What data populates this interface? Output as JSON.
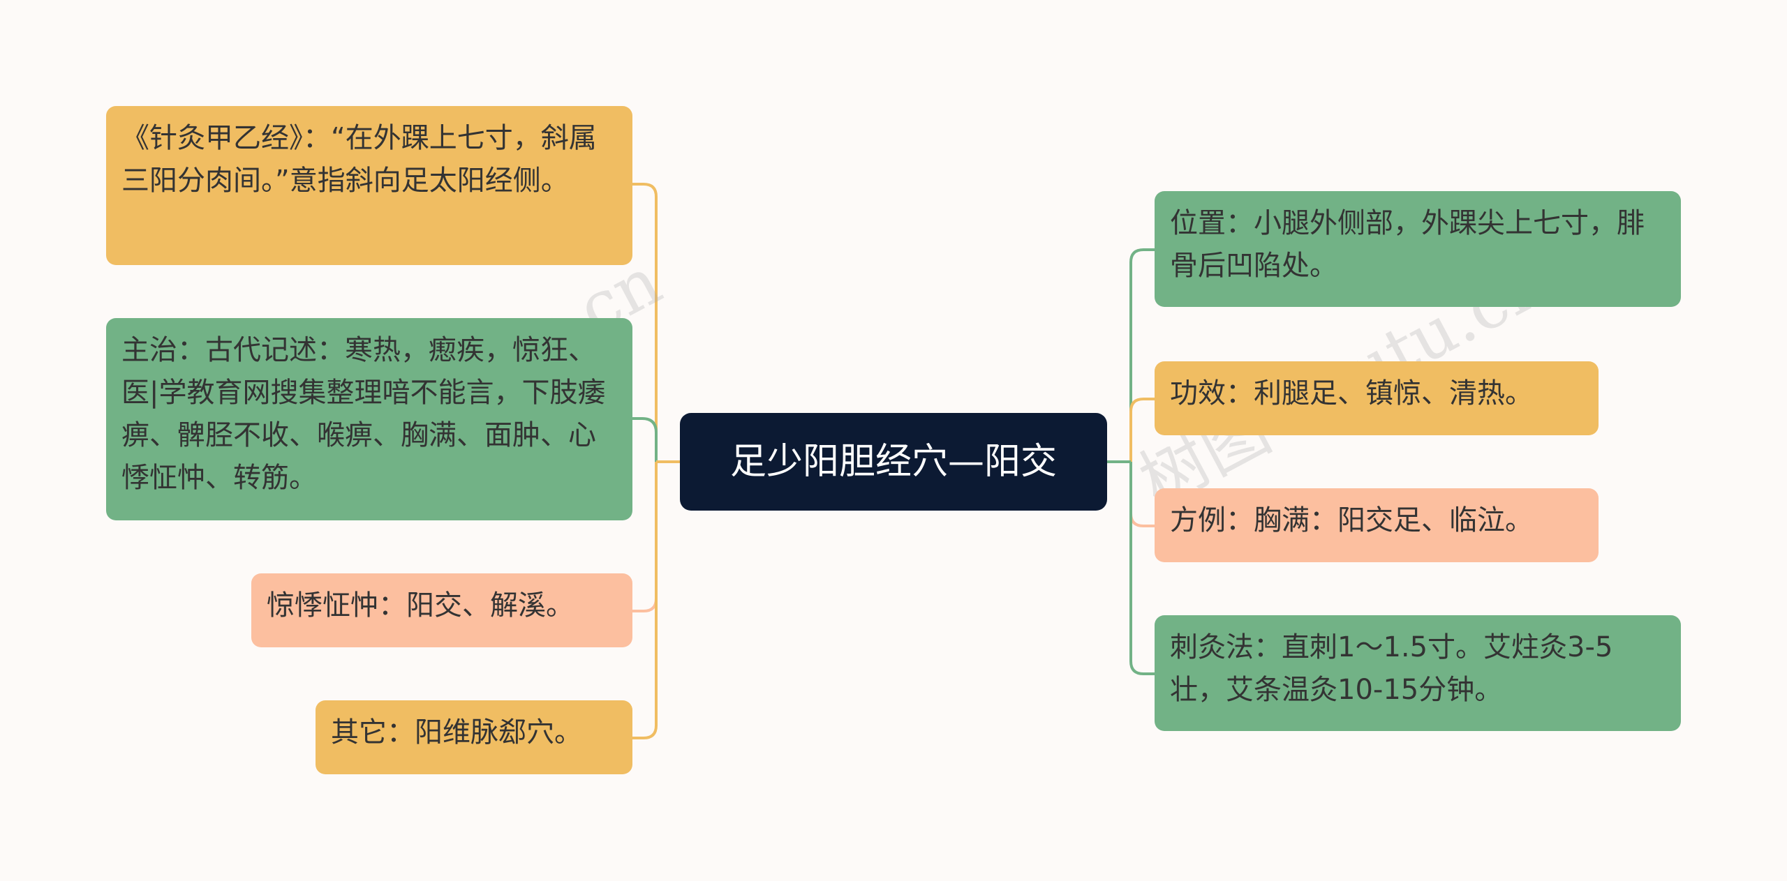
{
  "center": {
    "label": "足少阳胆经穴—阳交"
  },
  "left_nodes": [
    {
      "text": "《针灸甲乙经》：“在外踝上七寸，斜属三阳分肉间。”意指斜向足太阳经侧。",
      "color": "#f0bd62"
    },
    {
      "text": "主治：古代记述：寒热，瘛疾，惊狂、医|学教育网搜集整理喑不能言，下肢痿痹、髀胫不收、喉痹、胸满、面肿、心悸怔忡、转筋。",
      "color": "#72b286"
    },
    {
      "text": "惊悸怔忡：阳交、解溪。",
      "color": "#fcbf9f"
    },
    {
      "text": "其它：阳维脉郄穴。",
      "color": "#f0bd62"
    }
  ],
  "right_nodes": [
    {
      "text": "位置：小腿外侧部，外踝尖上七寸，腓骨后凹陷处。",
      "color": "#72b286"
    },
    {
      "text": "功效：利腿足、镇惊、清热。",
      "color": "#f0bd62"
    },
    {
      "text": "方例：胸满：阳交足、临泣。",
      "color": "#fcbf9f"
    },
    {
      "text": "刺灸法：直刺1～1.5寸。艾炷灸3-5壮，艾条温灸10-15分钟。",
      "color": "#72b286"
    }
  ],
  "watermark": "树图 shutu.cn"
}
